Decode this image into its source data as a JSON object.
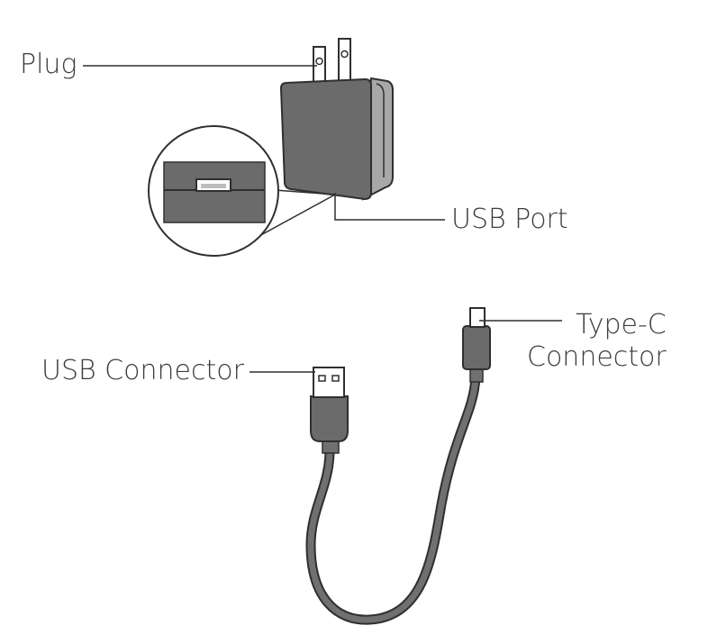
{
  "labels": {
    "plug": "Plug",
    "usb_port": "USB Port",
    "usb_connector": "USB Connector",
    "type_c_line1": "Type-C",
    "type_c_line2": "Connector"
  },
  "colors": {
    "body_dark": "#6b6b6b",
    "body_light": "#a8a8a8",
    "outline": "#2f2f2f",
    "cable": "#707070",
    "text": "#3c3c3c"
  }
}
